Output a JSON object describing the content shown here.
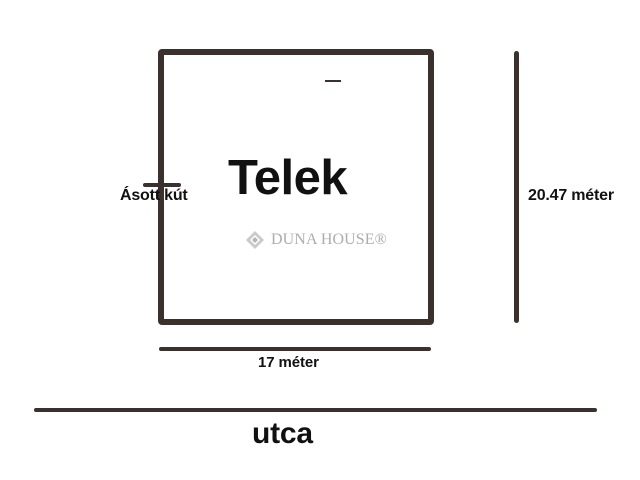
{
  "labels": {
    "plot_title": "Telek",
    "well": "Ásott kút",
    "height_dimension": "20.47 méter",
    "width_dimension": "17 méter",
    "street": "utca"
  },
  "watermark": {
    "text": "DUNA HOUSE",
    "mark": "®"
  },
  "colors": {
    "line": "#3a312d",
    "text": "#111111",
    "watermark": "#a9a9a9"
  }
}
